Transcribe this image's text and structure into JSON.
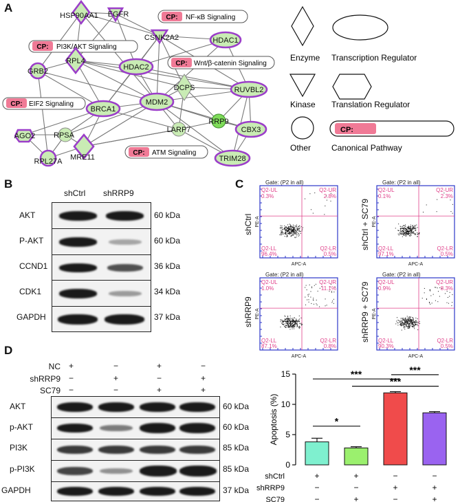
{
  "panels": {
    "A": "A",
    "B": "B",
    "C": "C",
    "D": "D"
  },
  "network": {
    "nodes": {
      "hsp90aa1": "HSP90AA1",
      "egfr": "EGFR",
      "csnk2a2": "CSNK2A2",
      "hdac1": "HDAC1",
      "grb2": "GRB2",
      "rpl4": "RPL4",
      "hdac2": "HDAC2",
      "dcps": "DCPS",
      "ruvbl2": "RUVBL2",
      "mdm2": "MDM2",
      "brca1": "BRCA1",
      "larp7": "LARP7",
      "rrp9": "RRP9",
      "cbx3": "CBX3",
      "ago2": "AGO2",
      "rpsa": "RPSA",
      "mre11": "MRE11",
      "rpl27a": "RPL27A",
      "trim28": "TRIM28"
    },
    "pathways": {
      "nfkb": "NF-κB Signaling",
      "pi3k": "PI3K/AKT Signaling",
      "wnt": "Wnt/β-catenin Signaling",
      "eif2": "EIF2 Signaling",
      "atm": "ATM Signaling"
    },
    "cp_tag": "CP:"
  },
  "legend": {
    "enzyme": "Enzyme",
    "transcription": "Transcription Regulator",
    "kinase": "Kinase",
    "translation": "Translation Regulator",
    "other": "Other",
    "canonical": "Canonical Pathway",
    "cp_tag": "CP:"
  },
  "blotB": {
    "columns": [
      "shCtrl",
      "shRRP9"
    ],
    "rows": [
      {
        "label": "AKT",
        "kda": "60 kDa"
      },
      {
        "label": "P-AKT",
        "kda": "60 kDa"
      },
      {
        "label": "CCND1",
        "kda": "36 kDa"
      },
      {
        "label": "CDK1",
        "kda": "34 kDa"
      },
      {
        "label": "GAPDH",
        "kda": "37 kDa"
      }
    ]
  },
  "flow": {
    "gate": "Gate: (P2 in all)",
    "xaxis": "APC-A",
    "yaxis": "PE-A",
    "quadrant_labels": {
      "ul": "Q2-UL",
      "ur": "Q2-UR",
      "ll": "Q2-LL",
      "lr": "Q2-LR"
    },
    "plots": [
      {
        "name": "shCtrl",
        "ul": "0.3%",
        "ur": "2.8%",
        "ll": "96.4%",
        "lr": "0.5%"
      },
      {
        "name": "shCtrl + SC79",
        "ul": "0.1%",
        "ur": "2.3%",
        "ll": "97.1%",
        "lr": "0.5%"
      },
      {
        "name": "shRRP9",
        "ul": "1.0%",
        "ur": "11.1%",
        "ll": "87.1%",
        "lr": "0.8%"
      },
      {
        "name": "shRRP9 + SC79",
        "ul": "0.9%",
        "ur": "8.3%",
        "ll": "90.3%",
        "lr": "0.5%"
      }
    ]
  },
  "blotD": {
    "conditions": [
      {
        "label": "NC",
        "signs": [
          "+",
          "−",
          "+",
          "−"
        ]
      },
      {
        "label": "shRRP9",
        "signs": [
          "−",
          "+",
          "−",
          "+"
        ]
      },
      {
        "label": "SC79",
        "signs": [
          "−",
          "−",
          "+",
          "+"
        ]
      }
    ],
    "rows": [
      {
        "label": "AKT",
        "kda": "60 kDa"
      },
      {
        "label": "p-AKT",
        "kda": "60 kDa"
      },
      {
        "label": "PI3K",
        "kda": "85 kDa"
      },
      {
        "label": "p-PI3K",
        "kda": "85 kDa"
      },
      {
        "label": "GAPDH",
        "kda": "37 kDa"
      }
    ]
  },
  "chart_data": {
    "type": "bar",
    "ylabel": "Apoptosis (%)",
    "ylim": [
      0,
      15
    ],
    "yticks": [
      "0",
      "5",
      "10",
      "15"
    ],
    "values": [
      3.8,
      2.8,
      11.9,
      8.6
    ],
    "errors": [
      0.6,
      0.2,
      0.2,
      0.2
    ],
    "colors": [
      "#7ff0cf",
      "#9bf06e",
      "#f04b4b",
      "#9a63f0"
    ],
    "conditions": [
      {
        "label": "shCtrl",
        "signs": [
          "+",
          "+",
          "−",
          "−"
        ]
      },
      {
        "label": "shRRP9",
        "signs": [
          "−",
          "−",
          "+",
          "+"
        ]
      },
      {
        "label": "SC79",
        "signs": [
          "−",
          "+",
          "−",
          "+"
        ]
      }
    ],
    "significance": [
      {
        "from": 0,
        "to": 1,
        "label": "*"
      },
      {
        "from": 0,
        "to": 2,
        "label": "***"
      },
      {
        "from": 1,
        "to": 3,
        "label": "***"
      },
      {
        "from": 2,
        "to": 3,
        "label": "***"
      }
    ]
  }
}
